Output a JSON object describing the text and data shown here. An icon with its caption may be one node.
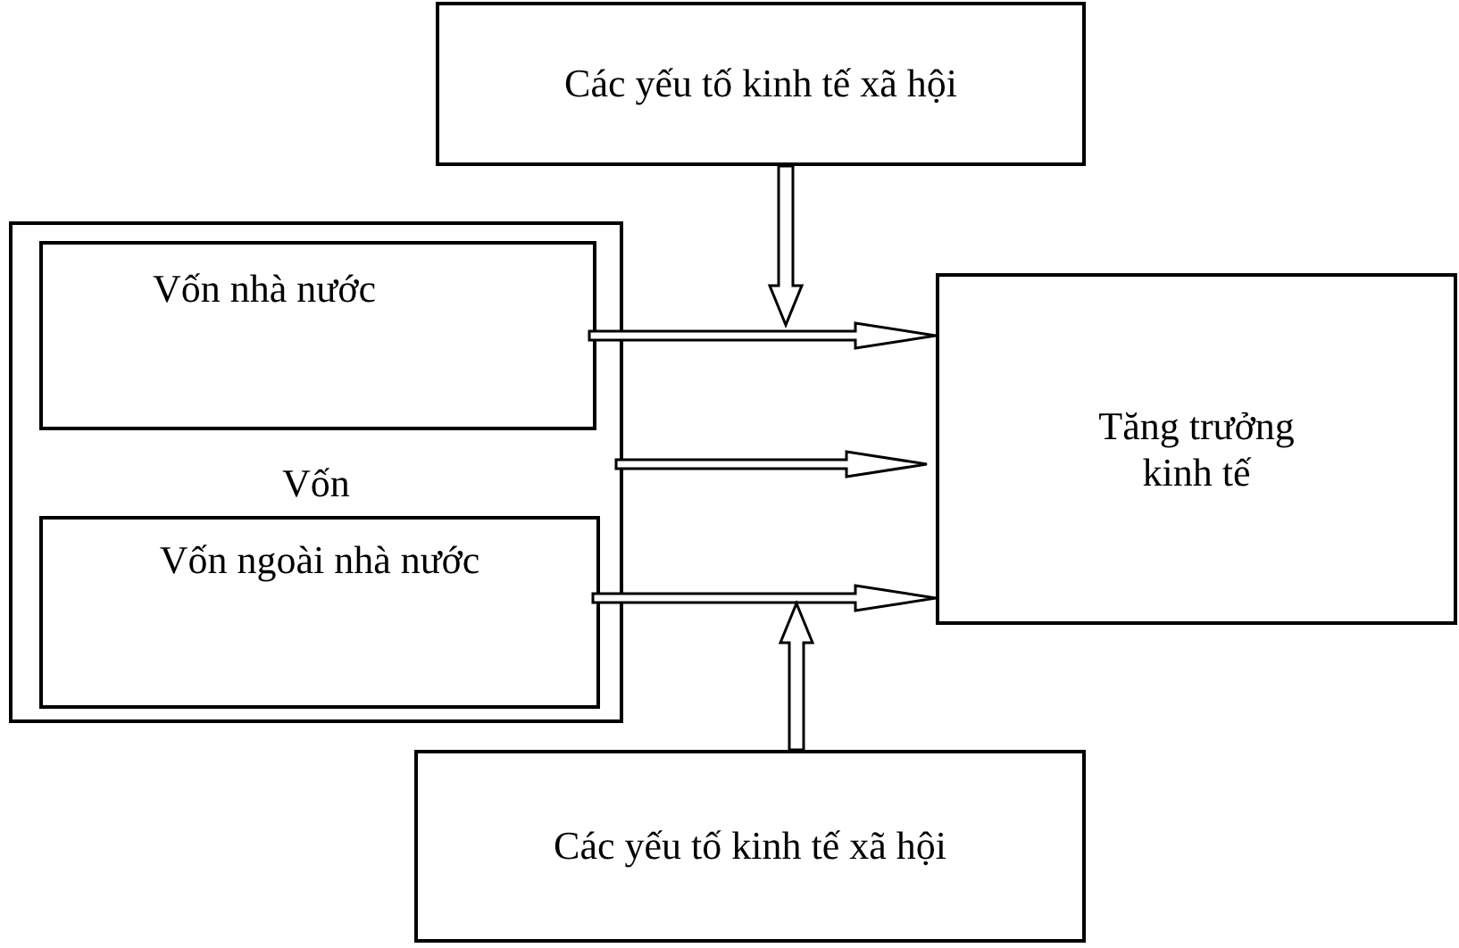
{
  "diagram": {
    "nodes": [
      {
        "text": [
          "Các yếu tố kinh tế xã hội"
        ]
      },
      {
        "text": [
          "Vốn"
        ]
      },
      {
        "text": [
          "Vốn nhà nước"
        ],
        "in": 1
      },
      {
        "text": [
          "Vốn ngoài nhà nước"
        ],
        "in": 1
      },
      {
        "text": [
          "Tăng trưởng kinh tế"
        ]
      },
      {
        "text": [
          "Các yếu tố kinh tế xã hội"
        ]
      }
    ],
    "edges": [
      {
        "from": 2,
        "to": 4,
        "arrow": "to"
      },
      {
        "from": 1,
        "to": 4,
        "arrow": "to"
      },
      {
        "from": 3,
        "to": 4,
        "arrow": "to"
      },
      {
        "from": 0,
        "to": null,
        "arrow": "to"
      },
      {
        "from": 5,
        "to": null,
        "arrow": "to"
      }
    ]
  }
}
